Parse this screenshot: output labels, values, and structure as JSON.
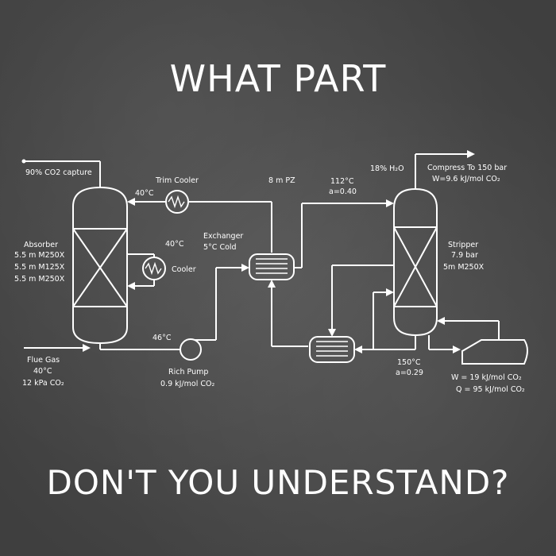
{
  "headline": {
    "top": "WHAT PART",
    "bottom": "DON'T YOU UNDERSTAND?"
  },
  "labels": {
    "co2_capture": "90% CO2 capture",
    "trim_cooler": "Trim Cooler",
    "absorber_top_temp": "40°C",
    "solvent": "8 m PZ",
    "hot_side_temp": "112°C",
    "hot_side_loading": "a=0.40",
    "water": "18% H₂O",
    "compress_title": "Compress To 150 bar",
    "compress_work": "W=9.6 kJ/mol CO₂",
    "absorber_name": "Absorber",
    "absorber_pack1": "5.5 m M250X",
    "absorber_pack2": "5.5 m M125X",
    "absorber_pack3": "5.5 m M250X",
    "cooler_temp": "40°C",
    "cooler_name": "Cooler",
    "exchanger_name": "Exchanger",
    "exchanger_approach": "5°C Cold",
    "stripper_name": "Stripper",
    "stripper_pressure": "7.9 bar",
    "stripper_packing": "5m M250X",
    "rich_temp": "46°C",
    "flue_gas": "Flue Gas",
    "flue_temp": "40°C",
    "flue_pressure": "12 kPa CO₂",
    "pump_name": "Rich Pump",
    "pump_work": "0.9 kJ/mol CO₂",
    "stripper_bottom_temp": "150°C",
    "stripper_bottom_loading": "a=0.29",
    "reboiler_work": "W = 19 kJ/mol CO₂",
    "reboiler_heat": "Q = 95 kJ/mol CO₂"
  },
  "colors": {
    "background": "#4a4a4a",
    "ink": "#ffffff"
  }
}
